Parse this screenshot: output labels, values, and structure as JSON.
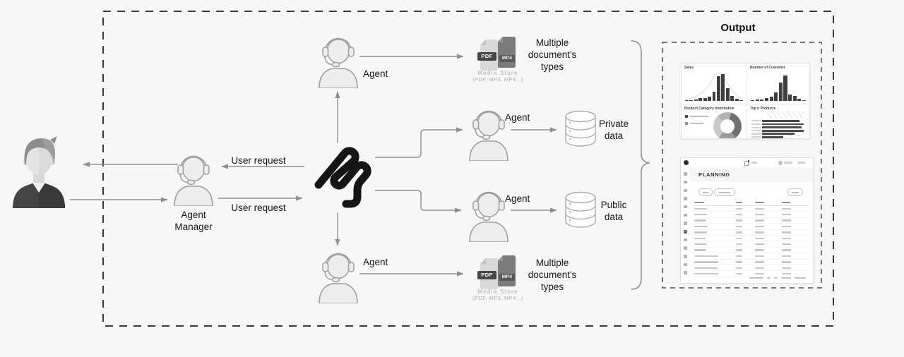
{
  "diagram": {
    "user_request_label": "User request",
    "agent_label": "Agent",
    "agent_manager_label": "Agent Manager",
    "private_data_label": "Private data",
    "public_data_label": "Public data",
    "multiple_docs_label": "Multiple document's types",
    "media_store": {
      "title": "Media Store",
      "formats": "(PDF, MP3, MP4...)",
      "pdf_badge": "PDF",
      "mp4_badge": "MP4"
    },
    "output_title": "Output"
  },
  "dashboard": {
    "planning": {
      "title": "PLANNING",
      "sidebar_icon_count": 13,
      "table": {
        "rows": [
          [
            18,
            9,
            13,
            13
          ],
          [
            18,
            9,
            13,
            13
          ],
          [
            17,
            9,
            13,
            13
          ],
          [
            19,
            9,
            13,
            13
          ],
          [
            18,
            9,
            13,
            13
          ],
          [
            16,
            9,
            13,
            13
          ],
          [
            18,
            9,
            13,
            13
          ],
          [
            17,
            9,
            13,
            13
          ],
          [
            34,
            9,
            13,
            13
          ],
          [
            34,
            9,
            13,
            13
          ],
          [
            33,
            9,
            13,
            13
          ],
          [
            34,
            9,
            13,
            13
          ]
        ]
      }
    }
  },
  "chart_data": [
    {
      "type": "bar",
      "title": "Sales",
      "values": [
        3,
        3,
        4,
        8,
        10,
        13,
        30,
        80,
        86,
        40,
        17,
        7,
        3
      ]
    },
    {
      "type": "bar",
      "title": "Number of Customer",
      "values": [
        2,
        3,
        3,
        8,
        10,
        22,
        46,
        64,
        16,
        12,
        5,
        2
      ]
    },
    {
      "type": "pie",
      "title": "Product Category distribution",
      "slices": [
        {
          "value": 36,
          "color": "#6f6f6f"
        },
        {
          "value": 20,
          "color": "#9b9b9b"
        },
        {
          "value": 28,
          "color": "#c9c9c9"
        },
        {
          "value": 16,
          "color": "#b3b3b3"
        }
      ]
    },
    {
      "type": "hbar",
      "title": "Top n Products",
      "values": [
        72,
        80,
        76,
        80,
        62,
        40
      ]
    }
  ]
}
